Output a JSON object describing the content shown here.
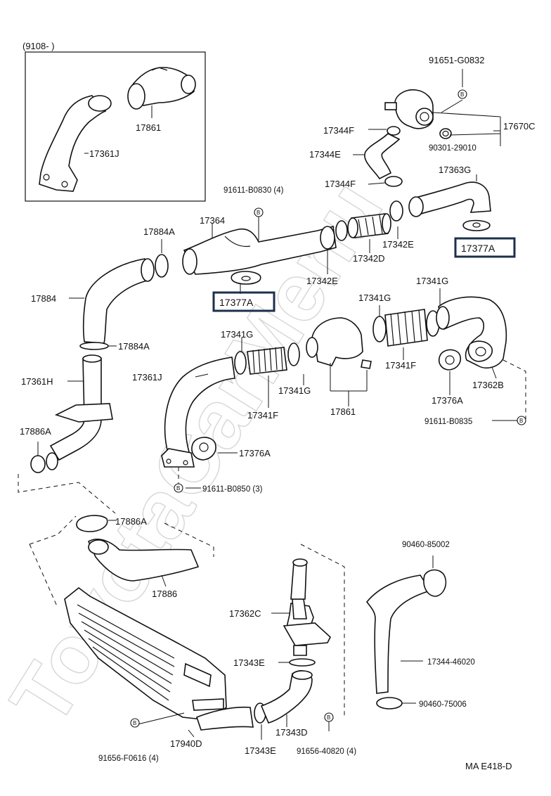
{
  "watermark": "ToyotaCarMenu",
  "inset": {
    "date_range": "(9108-        )",
    "labels": {
      "pipe": "17361J",
      "elbow": "17861"
    }
  },
  "bolt_symbol": "B",
  "labels": {
    "l91651_g0832": "91651-G0832",
    "l17670c": "17670C",
    "l17344f_top": "17344F",
    "l17344e": "17344E",
    "l90301_29010": "90301-29010",
    "l17344f_mid": "17344F",
    "l17363g": "17363G",
    "l91611_b0830": "91611-B0830 (4)",
    "l17364": "17364",
    "l17884a_top": "17884A",
    "l17342e_right": "17342E",
    "l17342d": "17342D",
    "l17342e_left": "17342E",
    "l17884": "17884",
    "l17884a_bot": "17884A",
    "l17341g_right": "17341G",
    "l17341g_mid": "17341G",
    "l17341g_left": "17341G",
    "l17361j": "17361J",
    "l17361h": "17361H",
    "l17341g_low": "17341G",
    "l17341f_right": "17341F",
    "l17341f_left": "17341F",
    "l17861": "17861",
    "l17362b": "17362B",
    "l17376a_right": "17376A",
    "l91611_b0835": "91611-B0835",
    "l17886a_top": "17886A",
    "l17376a_left": "17376A",
    "l91611_b0850": "91611-B0850 (3)",
    "l17886a_mid": "17886A",
    "l17886": "17886",
    "l90460_85002": "90460-85002",
    "l17362c": "17362C",
    "l17343e_top": "17343E",
    "l17344_46020": "17344-46020",
    "l90460_75006": "90460-75006",
    "l17343d": "17343D",
    "l17940d": "17940D",
    "l17343e_bot": "17343E",
    "l91656_f0616": "91656-F0616 (4)",
    "l91656_40820": "91656-40820 (4)",
    "l_code": "MA  E418-D"
  },
  "highlighted": {
    "gasket_right": "17377A",
    "gasket_left": "17377A"
  },
  "colors": {
    "highlight_border": "#1e2f4a",
    "ink": "#111111",
    "watermark": "#d6d6d6"
  }
}
